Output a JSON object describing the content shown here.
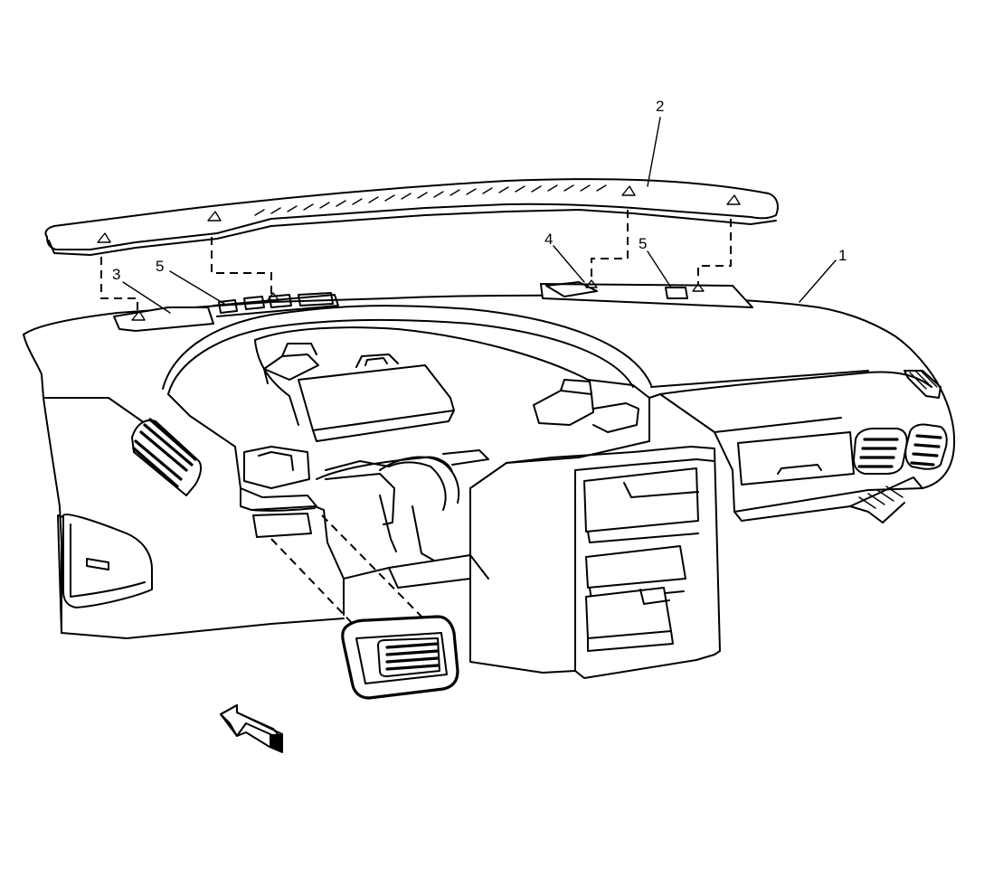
{
  "diagram": {
    "callouts": [
      {
        "id": "c1",
        "label": "1"
      },
      {
        "id": "c2",
        "label": "2"
      },
      {
        "id": "c3",
        "label": "3"
      },
      {
        "id": "c4",
        "label": "4"
      },
      {
        "id": "c5a",
        "label": "5"
      },
      {
        "id": "c5b",
        "label": "5"
      }
    ],
    "icons": {
      "view_arrow": "view-direction-arrow-icon",
      "fastener_marker": "triangle-fastener-icon"
    }
  }
}
